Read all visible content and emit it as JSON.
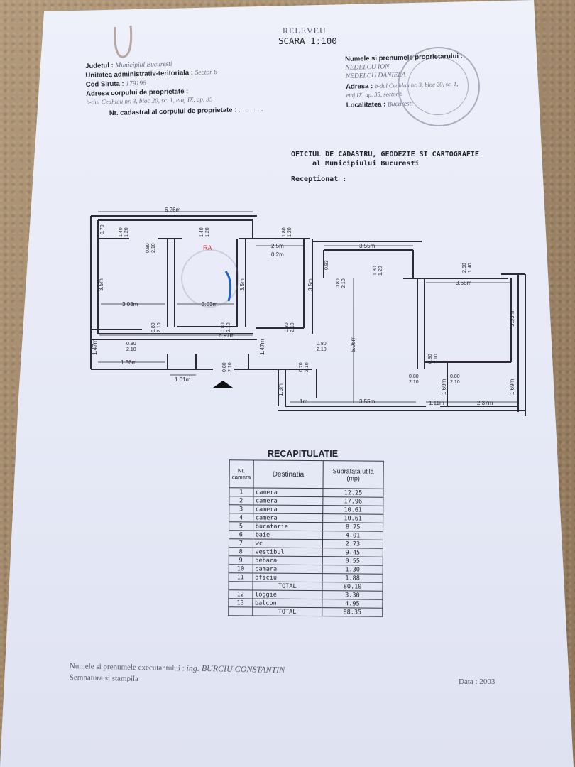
{
  "header": {
    "title": "RELEVEU",
    "scale": "SCARA 1:100"
  },
  "left_info": {
    "judet_label": "Judetul :",
    "judet_value": "Municipiul Bucuresti",
    "uat_label": "Unitatea administrativ-teritoriala :",
    "uat_value": "Sector 6",
    "siruta_label": "Cod Siruta :",
    "siruta_value": "179196",
    "adresa_label": "Adresa corpului de proprietate :",
    "adresa_value": "b-dul Ceahlau nr. 3, bloc 20, sc. 1, etaj IX, ap. 35",
    "cadastral_label": "Nr. cadastral al corpului de proprietate :"
  },
  "right_info": {
    "owner_label": "Numele si prenumele proprietarului :",
    "owner_1": "NEDELCU ION",
    "owner_2": "NEDELCU DANIELA",
    "adresa_label": "Adresa :",
    "adresa_value_1": "b-dul Ceahlau nr. 3, bloc 20, sc. 1,",
    "adresa_value_2": "etaj IX, ap. 35, sector 6",
    "localitatea_label": "Localitatea :",
    "localitatea_value": "Bucuresti"
  },
  "office": {
    "line1": "OFICIUL DE CADASTRU, GEODEZIE SI CARTOGRAFIE",
    "line2": "al Municipiului Bucuresti",
    "receptionat": "Receptionat :"
  },
  "plan_dims": {
    "d_626": "6.26m",
    "d_303a": "3.03m",
    "d_303b": "3.03m",
    "d_697": "6.97m",
    "d_35a": "3.5m",
    "d_35b": "3.5m",
    "d_35c": "3.5m",
    "d_25": "2.5m",
    "d_02": "0.2m",
    "d_355a": "3.55m",
    "d_368": "3.68m",
    "d_333": "3.33m",
    "d_506": "5.06m",
    "d_147a": "1.47m",
    "d_147b": "1.47m",
    "d_186": "1.86m",
    "d_101": "1.01m",
    "d_13": "1.3m",
    "d_1": "1m",
    "d_355b": "3.55m",
    "d_111": "1.11m",
    "d_237": "2.37m",
    "d_169a": "1.69m",
    "d_169b": "1.69m",
    "d_079": "0.79",
    "d_093": "0.93",
    "w1": [
      "1.40",
      "1.20"
    ],
    "w2": [
      "1.40",
      "1.20"
    ],
    "w3": [
      "1.80",
      "1.20"
    ],
    "w4": [
      "1.80",
      "1.20"
    ],
    "w5": [
      "2.50",
      "1.40"
    ],
    "door_080_210": [
      "0.80",
      "2.10"
    ],
    "door_070_210": [
      "0.70",
      "2.10"
    ]
  },
  "recap": {
    "title": "RECAPITULATIE",
    "col_nr": "Nr. camera",
    "col_dest": "Destinatia",
    "col_supr": "Suprafata utila (mp)",
    "rows": [
      {
        "nr": "1",
        "dest": "camera",
        "supr": "12.25"
      },
      {
        "nr": "2",
        "dest": "camera",
        "supr": "17.96"
      },
      {
        "nr": "3",
        "dest": "camera",
        "supr": "10.61"
      },
      {
        "nr": "4",
        "dest": "camera",
        "supr": "10.61"
      },
      {
        "nr": "5",
        "dest": "bucatarie",
        "supr": "8.75"
      },
      {
        "nr": "6",
        "dest": "baie",
        "supr": "4.01"
      },
      {
        "nr": "7",
        "dest": "wc",
        "supr": "2.73"
      },
      {
        "nr": "8",
        "dest": "vestibul",
        "supr": "9.45"
      },
      {
        "nr": "9",
        "dest": "debara",
        "supr": "0.55"
      },
      {
        "nr": "10",
        "dest": "camara",
        "supr": "1.30"
      },
      {
        "nr": "11",
        "dest": "oficiu",
        "supr": "1.88"
      }
    ],
    "total1_label": "TOTAL",
    "total1_value": "80.10",
    "rows2": [
      {
        "nr": "12",
        "dest": "loggie",
        "supr": "3.30"
      },
      {
        "nr": "13",
        "dest": "balcon",
        "supr": "4.95"
      }
    ],
    "total2_label": "TOTAL",
    "total2_value": "88.35"
  },
  "footer": {
    "executant_label": "Numele si prenumele executantului :",
    "executant_value": "ing. BURCIU CONSTANTIN",
    "semnatura": "Semnatura si stampila",
    "data": "Data : 2003"
  },
  "colors": {
    "paper": "#e9ecf8",
    "ink": "#25242e",
    "stamp_blue": "#1e63c8",
    "stamp_red": "#c0393b"
  }
}
